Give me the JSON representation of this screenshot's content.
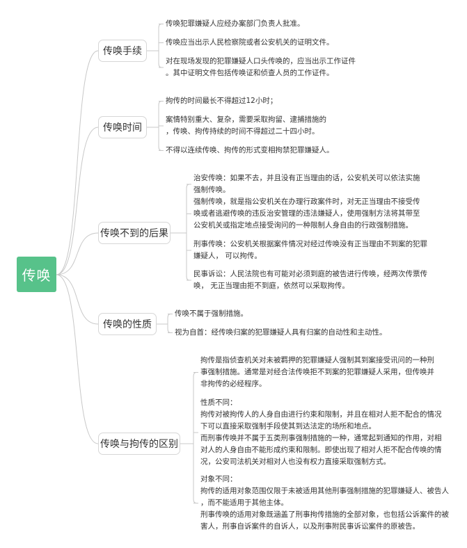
{
  "root": "传唤",
  "branches": [
    {
      "label": "传唤手续",
      "leaves": [
        [
          "传唤犯罪嫌疑人应经办案部门负责人批准。"
        ],
        [
          "传唤应当出示人民检察院或者公安机关的证明文件。"
        ],
        [
          "对在现场发现的犯罪嫌疑人口头传唤的，应当出示工作证件",
          "。其中证明文件包括传唤证和侦查人员的工作证件。"
        ]
      ]
    },
    {
      "label": "传唤时间",
      "leaves": [
        [
          "拘传的时间最长不得超过12小时；"
        ],
        [
          "案情特别重大、复杂，需要采取拘留、逮捕措施的",
          "，传唤、拘传持续的时间不得超过二十四小时。"
        ],
        [
          "不得以连续传唤、拘传的形式变相拘禁犯罪嫌疑人。"
        ]
      ]
    },
    {
      "label": "传唤不到的后果",
      "leaves": [
        [
          "治安传唤：如果不去，并且没有正当理由的话，公安机关可以依法实施",
          "强制传唤。"
        ],
        [
          "强制传唤，就是指公安机关在办理行政案件时，对无正当理由不接受传",
          "唤或者逃避传唤的违反治安管理的违法嫌疑人，使用强制方法将其带至",
          "公安机关或指定地点接受询问的一种限制人身自由的行政强制措施。"
        ],
        [
          "刑事传唤：公安机关根据案件情况对经过传唤没有正当理由不到案的犯罪",
          "嫌疑人， 可以拘传。"
        ],
        [
          "民事诉讼：人民法院也有可能对必须到庭的被告进行传唤，经两次传票传",
          "唤， 无正当理由拒不到庭，依然可以采取拘传。"
        ]
      ]
    },
    {
      "label": "传唤的性质",
      "leaves": [
        [
          "传唤不属于强制措施。"
        ],
        [
          "视为自首：经传唤归案的犯罪嫌疑人具有归案的自动性和主动性。"
        ]
      ]
    },
    {
      "label": "传唤与拘传的区别",
      "leaves": [
        [
          "拘传是指侦查机关对未被羁押的犯罪嫌疑人强制其到案接受讯问的一种刑",
          "事强制措施。通常是对经合法传唤拒不到案的犯罪嫌疑人采用，但传唤并",
          "非拘传的必经程序。"
        ],
        [
          "性质不同：",
          "拘传对被拘传人的人身自由进行约束和限制，并且在相对人拒不配合的情况",
          "下可以直接采取强制手段使其到达法定的场所和地点。",
          "而刑事传唤并不属于五类刑事强制措施的一种，通常起到通知的作用，对相",
          "对人的人身自由不能形成约束和限制。即使出现了相对人拒不配合传唤的情",
          "况，公安司法机关对相对人也没有权力直接采取强制方式。"
        ],
        [
          "对象不同：",
          "拘传的适用对象范围仅限于未被适用其他刑事强制措施的犯罪嫌疑人、被告人",
          "，而不能适用于其他主体。",
          "刑事传唤的适用对象既涵盖了刑事拘传措施的全部对象，也包括公诉案件的被",
          "害人，刑事自诉案件的自诉人，以及刑事附民事诉讼案件的原被告。"
        ]
      ]
    }
  ]
}
